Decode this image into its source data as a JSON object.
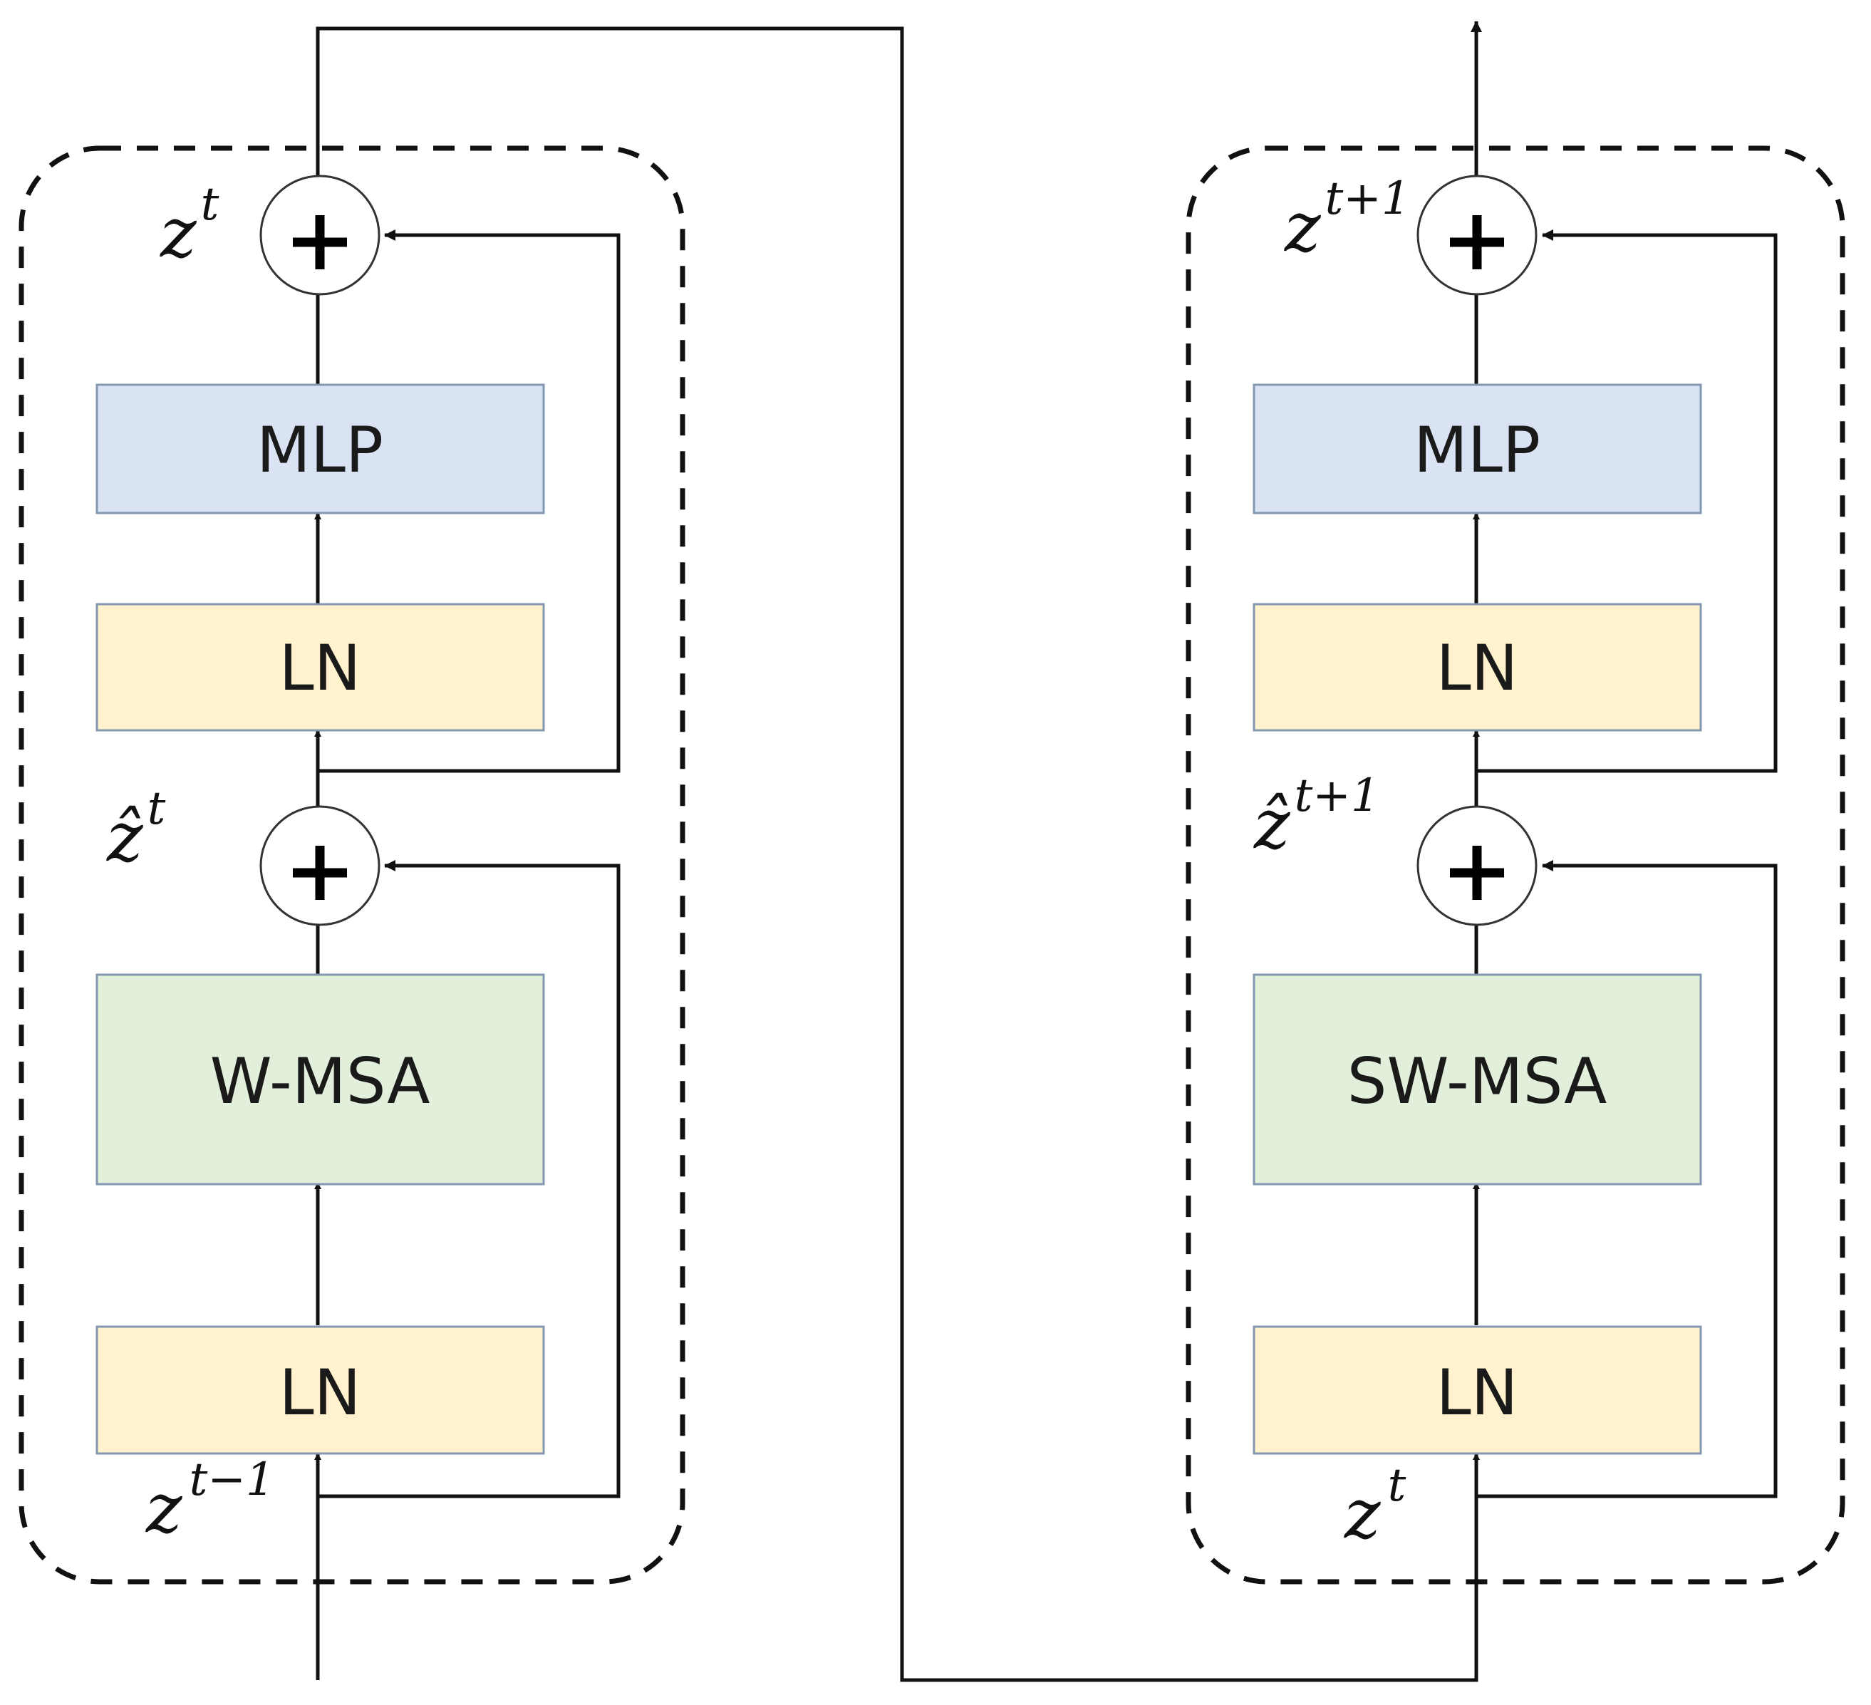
{
  "colors": {
    "mlp_fill": "#dae3f3",
    "ln_fill": "#fff2cc",
    "attention_fill": "#e2efda",
    "box_border": "#8497b0"
  },
  "left_block": {
    "mlp_label": "MLP",
    "ln_upper_label": "LN",
    "attention_label": "W-MSA",
    "ln_lower_label": "LN",
    "output_var": "z",
    "output_sup": "t",
    "intermediate_var": "ẑ",
    "intermediate_sup": "t",
    "input_var": "z",
    "input_sup": "t−1"
  },
  "right_block": {
    "mlp_label": "MLP",
    "ln_upper_label": "LN",
    "attention_label": "SW-MSA",
    "ln_lower_label": "LN",
    "output_var": "z",
    "output_sup": "t+1",
    "intermediate_var": "ẑ",
    "intermediate_sup": "t+1",
    "input_var": "z",
    "input_sup": "t"
  }
}
